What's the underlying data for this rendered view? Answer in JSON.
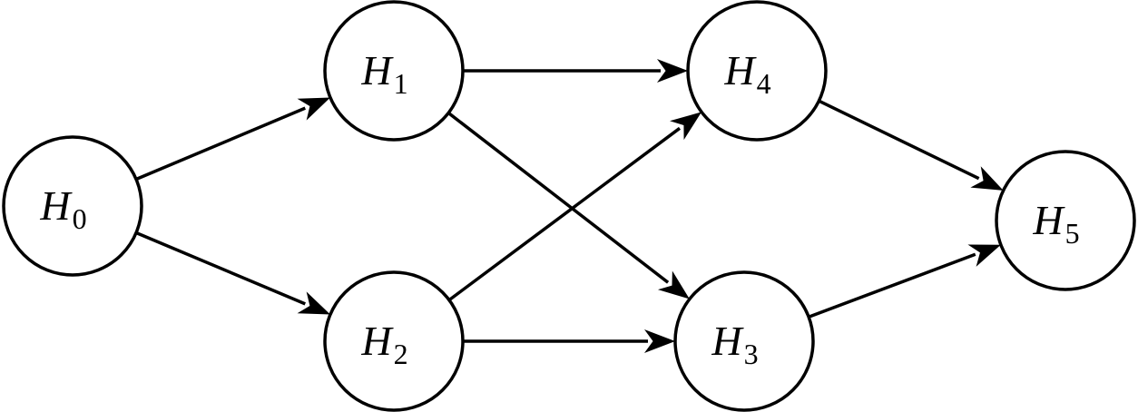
{
  "diagram": {
    "nodes": [
      {
        "id": "H0",
        "letter": "H",
        "sub": "0"
      },
      {
        "id": "H1",
        "letter": "H",
        "sub": "1"
      },
      {
        "id": "H2",
        "letter": "H",
        "sub": "2"
      },
      {
        "id": "H3",
        "letter": "H",
        "sub": "3"
      },
      {
        "id": "H4",
        "letter": "H",
        "sub": "4"
      },
      {
        "id": "H5",
        "letter": "H",
        "sub": "5"
      }
    ],
    "edges": [
      {
        "from": "H0",
        "to": "H1"
      },
      {
        "from": "H0",
        "to": "H2"
      },
      {
        "from": "H1",
        "to": "H4"
      },
      {
        "from": "H1",
        "to": "H3"
      },
      {
        "from": "H2",
        "to": "H4"
      },
      {
        "from": "H2",
        "to": "H3"
      },
      {
        "from": "H4",
        "to": "H5"
      },
      {
        "from": "H3",
        "to": "H5"
      }
    ],
    "colors": {
      "stroke": "#000000",
      "fill": "#ffffff"
    }
  }
}
